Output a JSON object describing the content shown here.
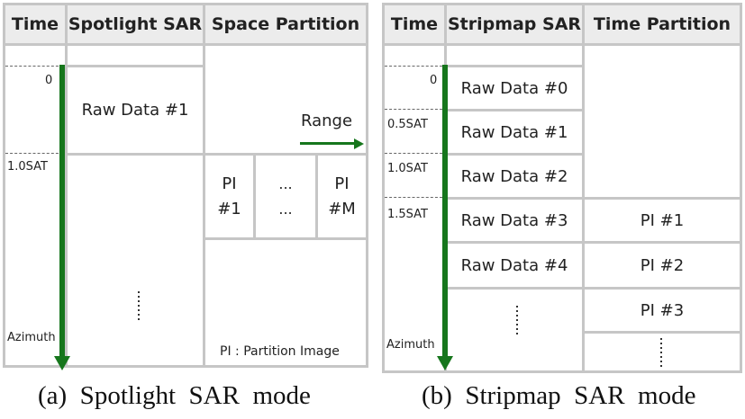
{
  "panel_a": {
    "headers": [
      "Time",
      "Spotlight SAR",
      "Space Partition"
    ],
    "time_labels": [
      "0",
      "1.0SAT"
    ],
    "raw_data": [
      "Raw Data #1"
    ],
    "range_label": "Range",
    "partition_images": [
      "PI\n#1",
      "...\n...",
      "PI\n#M"
    ],
    "partition_note": "PI : Partition Image",
    "azimuth_label": "Azimuth",
    "caption": "(a)  Spotlight  SAR  mode"
  },
  "panel_b": {
    "headers": [
      "Time",
      "Stripmap SAR",
      "Time Partition"
    ],
    "time_labels": [
      "0",
      "0.5SAT",
      "1.0SAT",
      "1.5SAT"
    ],
    "raw_data": [
      "Raw Data #0",
      "Raw Data #1",
      "Raw Data #2",
      "Raw Data #3",
      "Raw Data #4"
    ],
    "partition_images": [
      "PI #1",
      "PI #2",
      "PI #3"
    ],
    "azimuth_label": "Azimuth",
    "caption": "(b)  Stripmap  SAR  mode"
  },
  "colors": {
    "arrow": "#16761c",
    "grid": "#c6c6c6",
    "header": "#ececec"
  }
}
